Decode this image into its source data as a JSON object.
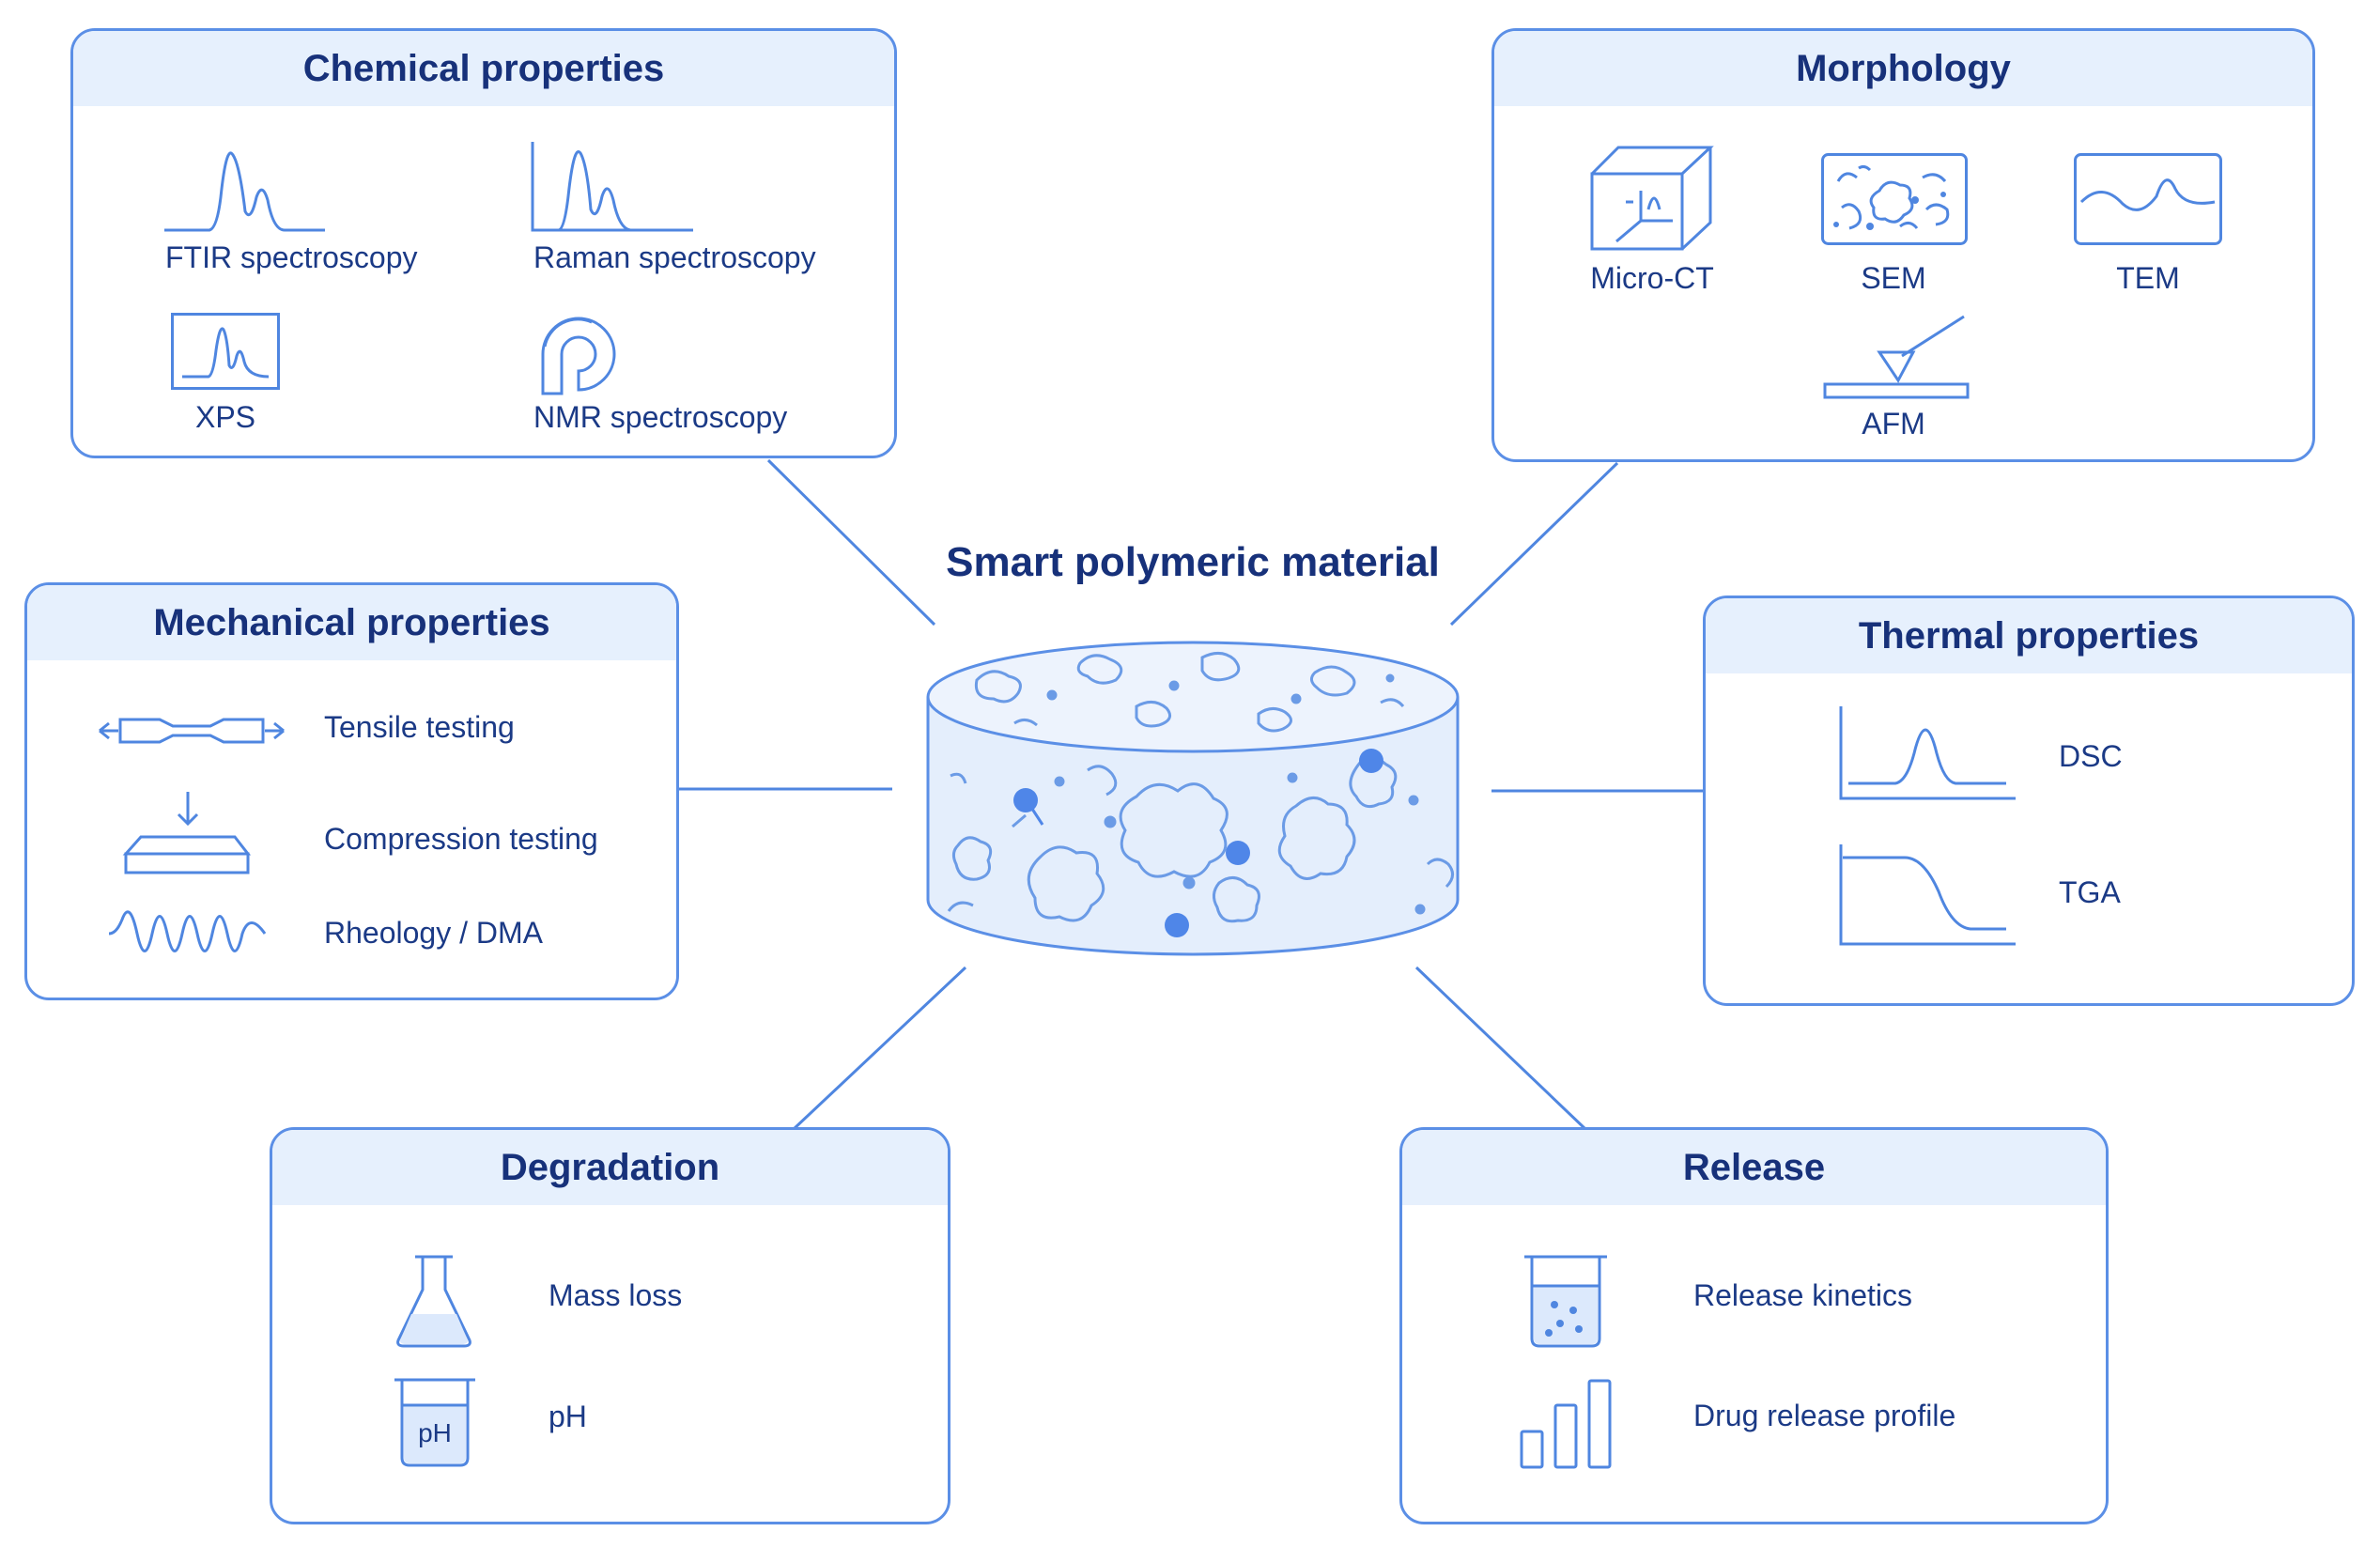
{
  "central": {
    "title": "Smart polymeric material"
  },
  "panels": {
    "chemical": {
      "title": "Chemical properties",
      "items": [
        "FTIR spectroscopy",
        "Raman spectroscopy",
        "XPS",
        "NMR spectroscopy"
      ]
    },
    "morphology": {
      "title": "Morphology",
      "items": [
        "Micro-CT",
        "SEM",
        "TEM",
        "AFM"
      ]
    },
    "mechanical": {
      "title": "Mechanical properties",
      "items": [
        "Tensile testing",
        "Compression testing",
        "Rheology / DMA"
      ]
    },
    "thermal": {
      "title": "Thermal properties",
      "items": [
        "DSC",
        "TGA"
      ]
    },
    "degradation": {
      "title": "Degradation",
      "items": [
        "Mass loss",
        "pH"
      ],
      "beaker_text": "pH"
    },
    "release": {
      "title": "Release",
      "items": [
        "Release kinetics",
        "Drug release profile"
      ]
    }
  },
  "icons": {
    "chemical": [
      "ftir-spectrum-icon",
      "raman-spectrum-icon",
      "xps-spectrum-icon",
      "nmr-magnet-icon"
    ],
    "morphology": [
      "micro-ct-cube-icon",
      "sem-image-icon",
      "tem-image-icon",
      "afm-tip-icon"
    ],
    "mechanical": [
      "tensile-specimen-icon",
      "compression-plate-icon",
      "oscillation-wave-icon"
    ],
    "thermal": [
      "dsc-curve-icon",
      "tga-curve-icon"
    ],
    "degradation": [
      "flask-icon",
      "ph-beaker-icon"
    ],
    "release": [
      "release-beaker-icon",
      "bar-chart-icon"
    ]
  },
  "colors": {
    "accent": "#5b8fe6",
    "header_fill": "#e6f0fd",
    "title_text": "#17317a",
    "connector": "#4f86e0",
    "material_fill": "#e4eefc",
    "dot": "#4f86e8"
  }
}
